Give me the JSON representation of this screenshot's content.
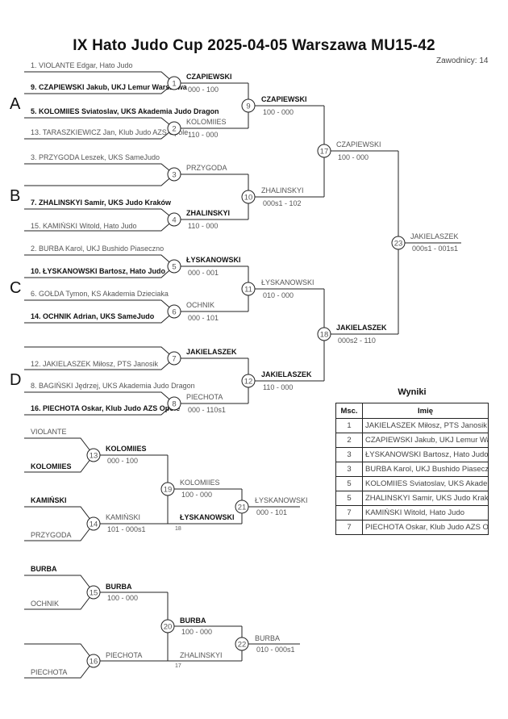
{
  "header": {
    "title": "IX Hato Judo Cup  2025-04-05  Warszawa   MU15-42",
    "count": "Zawodnicy: 14"
  },
  "pools": [
    "A",
    "B",
    "C",
    "D"
  ],
  "entries": [
    "1. VIOLANTE Edgar, Hato Judo",
    "9. CZAPIEWSKI Jakub, UKJ Lemur Warszawa",
    "5. KOLOMIIES Sviatoslav, UKS Akademia Judo Dragon",
    "13. TARASZKIEWICZ Jan, Klub Judo AZS Opole",
    "3. PRZYGODA Leszek, UKS SameJudo",
    "7. ZHALINSKYI Samir, UKS Judo Kraków",
    "15. KAMIŃSKI Witold, Hato Judo",
    "2. BURBA Karol, UKJ Bushido Piaseczno",
    "10. ŁYSKANOWSKI Bartosz, Hato Judo",
    "6. GOŁDA Tymon, KS Akademia Dzieciaka",
    "14. OCHNIK Adrian, UKS SameJudo",
    "12. JAKIELASZEK Miłosz, PTS Janosik",
    "8. BAGIŃSKI Jędrzej, UKS Akademia Judo Dragon",
    "16. PIECHOTA Oskar, Klub Judo AZS Opole"
  ],
  "matches": {
    "m1": {
      "num": "1",
      "winner": "CZAPIEWSKI",
      "score": "000 - 100"
    },
    "m2": {
      "num": "2",
      "winner": "KOLOMIIES",
      "score": "110 - 000"
    },
    "m3": {
      "num": "3",
      "winner": "PRZYGODA",
      "score": ""
    },
    "m4": {
      "num": "4",
      "winner": "ZHALINSKYI",
      "score": "110 - 000"
    },
    "m5": {
      "num": "5",
      "winner": "ŁYSKANOWSKI",
      "score": "000 - 001"
    },
    "m6": {
      "num": "6",
      "winner": "OCHNIK",
      "score": "000 - 101"
    },
    "m7": {
      "num": "7",
      "winner": "JAKIELASZEK",
      "score": ""
    },
    "m8": {
      "num": "8",
      "winner": "PIECHOTA",
      "score": "000 - 110s1"
    },
    "m9": {
      "num": "9",
      "winner": "CZAPIEWSKI",
      "score": "100 - 000"
    },
    "m10": {
      "num": "10",
      "winner": "ZHALINSKYI",
      "score": "000s1 - 102"
    },
    "m11": {
      "num": "11",
      "winner": "ŁYSKANOWSKI",
      "score": "010 - 000"
    },
    "m12": {
      "num": "12",
      "winner": "JAKIELASZEK",
      "score": "110 - 000"
    },
    "m17": {
      "num": "17",
      "winner": "CZAPIEWSKI",
      "score": "100 - 000"
    },
    "m18": {
      "num": "18",
      "winner": "JAKIELASZEK",
      "score": "000s2 - 110"
    },
    "m23": {
      "num": "23",
      "winner": "JAKIELASZEK",
      "score": "000s1 - 001s1"
    },
    "m13": {
      "num": "13",
      "winner": "KOLOMIIES",
      "score": "000 - 100"
    },
    "m14": {
      "num": "14",
      "winner": "KAMIŃSKI",
      "score": "101 - 000s1"
    },
    "m19": {
      "num": "19",
      "winner": "KOLOMIIES",
      "score": "100 - 000"
    },
    "m21": {
      "num": "21",
      "winner": "ŁYSKANOWSKI",
      "score": "000 - 101"
    },
    "m15": {
      "num": "15",
      "winner": "BURBA",
      "score": "100 - 000"
    },
    "m16": {
      "num": "16",
      "winner": "PIECHOTA",
      "score": ""
    },
    "m20": {
      "num": "20",
      "winner": "BURBA",
      "score": "100 - 000"
    },
    "m22": {
      "num": "22",
      "winner": "BURBA",
      "score": "010 - 000s1"
    }
  },
  "repechage": {
    "r1": "VIOLANTE",
    "r2": "KOLOMIIES",
    "r3": "KAMIŃSKI",
    "r4": "PRZYGODA",
    "r5": "BURBA",
    "r6": "OCHNIK",
    "r7": "PIECHOTA",
    "r8": "ŁYSKANOWSKI",
    "r9": "ZHALINSKYI",
    "ref18": "18",
    "ref17": "17"
  },
  "results": {
    "title": "Wyniki",
    "col_place": "Msc.",
    "col_name": "Imię",
    "rows": [
      {
        "place": "1",
        "name": "JAKIELASZEK Miłosz, PTS Janosik"
      },
      {
        "place": "2",
        "name": "CZAPIEWSKI Jakub, UKJ Lemur Warszawa"
      },
      {
        "place": "3",
        "name": "ŁYSKANOWSKI Bartosz, Hato Judo"
      },
      {
        "place": "3",
        "name": "BURBA Karol, UKJ Bushido Piaseczno"
      },
      {
        "place": "5",
        "name": "KOLOMIIES Sviatoslav, UKS Akademia Judo Dragon"
      },
      {
        "place": "5",
        "name": "ZHALINSKYI Samir, UKS Judo Kraków"
      },
      {
        "place": "7",
        "name": "KAMIŃSKI Witold, Hato Judo"
      },
      {
        "place": "7",
        "name": "PIECHOTA Oskar, Klub Judo AZS Opole"
      }
    ]
  }
}
